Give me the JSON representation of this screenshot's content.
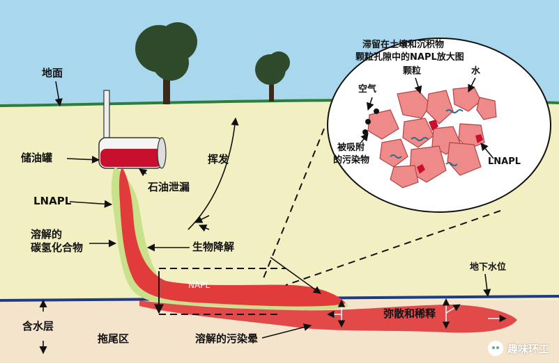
{
  "labels": {
    "ground": "地面",
    "storage_tank": "储油罐",
    "lnapl": "LNAPL",
    "dissolved_hydrocarbons": "溶解的\n碳氢化合物",
    "oil_leak": "石油泄漏",
    "volatilization": "挥发",
    "biodegradation": "生物降解",
    "napl": "NAPL",
    "water_table": "地下水位",
    "aquifer": "含水层",
    "tailing_zone": "拖尾区",
    "dissolved_plume": "溶解的污染晕",
    "dispersion_dilution": "弥散和稀释"
  },
  "magnifier": {
    "title_line1": "滞留在土壤和沉积物",
    "title_line2": "颗粒孔隙中的NAPL放大图",
    "grain": "颗粒",
    "water": "水",
    "air": "空气",
    "adsorbed_line1": "被吸附",
    "adsorbed_line2": "的污染物",
    "lnapl": "LNAPL"
  },
  "watermark": "趣味环工",
  "colors": {
    "sky": "#a9d8ee",
    "soil": "#f2f0c2",
    "aquifer": "#f5e4cc",
    "ground_line": "#2f7d3a",
    "water_table": "#1f3a8a",
    "napl_red": "#e23b3b",
    "lnapl_green": "#c9e18a",
    "grain_pink": "#ef8a8a"
  }
}
